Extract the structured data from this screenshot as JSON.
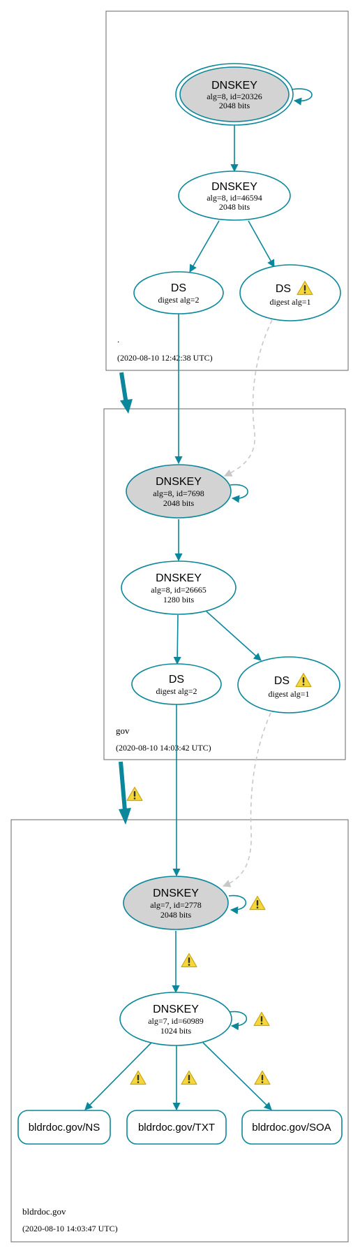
{
  "colors": {
    "edge": "#0a879a",
    "border": "#666666",
    "ghost": "#c8c8c8",
    "fill_ksk": "#d3d3d3",
    "warn": "#f4d63d"
  },
  "zones": {
    "root": {
      "name": ".",
      "timestamp": "(2020-08-10 12:42:38 UTC)"
    },
    "gov": {
      "name": "gov",
      "timestamp": "(2020-08-10 14:03:42 UTC)"
    },
    "bldrdoc": {
      "name": "bldrdoc.gov",
      "timestamp": "(2020-08-10 14:03:47 UTC)"
    }
  },
  "nodes": {
    "root_ksk": {
      "title": "DNSKEY",
      "line1": "alg=8, id=20326",
      "line2": "2048 bits"
    },
    "root_zsk": {
      "title": "DNSKEY",
      "line1": "alg=8, id=46594",
      "line2": "2048 bits"
    },
    "root_ds2": {
      "title": "DS",
      "line1": "digest alg=2"
    },
    "root_ds1": {
      "title": "DS",
      "line1": "digest alg=1"
    },
    "gov_ksk": {
      "title": "DNSKEY",
      "line1": "alg=8, id=7698",
      "line2": "2048 bits"
    },
    "gov_zsk": {
      "title": "DNSKEY",
      "line1": "alg=8, id=26665",
      "line2": "1280 bits"
    },
    "gov_ds2": {
      "title": "DS",
      "line1": "digest alg=2"
    },
    "gov_ds1": {
      "title": "DS",
      "line1": "digest alg=1"
    },
    "bld_ksk": {
      "title": "DNSKEY",
      "line1": "alg=7, id=2778",
      "line2": "2048 bits"
    },
    "bld_zsk": {
      "title": "DNSKEY",
      "line1": "alg=7, id=60989",
      "line2": "1024 bits"
    },
    "rr_ns": {
      "label": "bldrdoc.gov/NS"
    },
    "rr_txt": {
      "label": "bldrdoc.gov/TXT"
    },
    "rr_soa": {
      "label": "bldrdoc.gov/SOA"
    }
  },
  "icons": {
    "warning": "warning-icon"
  }
}
